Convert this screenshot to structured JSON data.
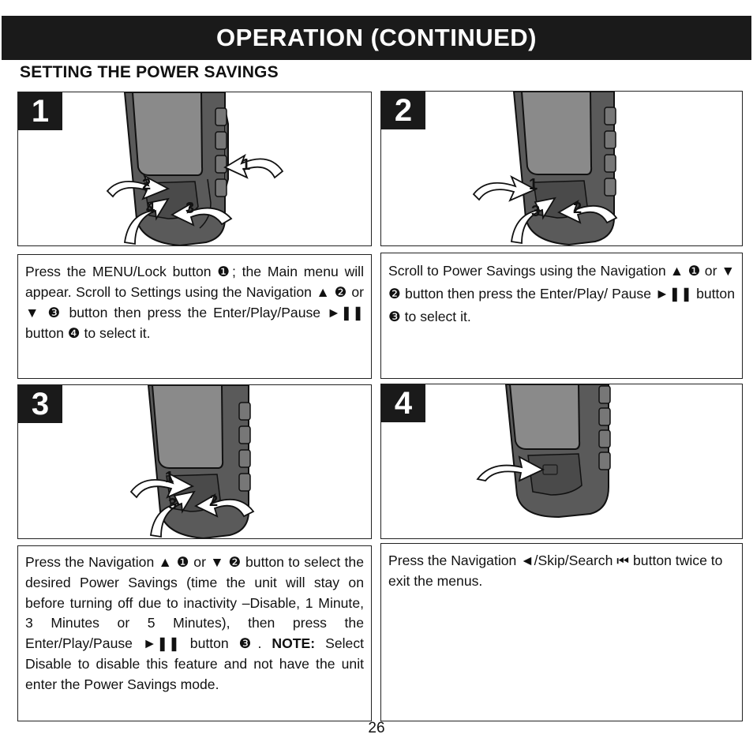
{
  "header": {
    "title": "OPERATION (CONTINUED)"
  },
  "section": {
    "title": "SETTING THE POWER SAVINGS"
  },
  "steps": [
    {
      "number": "1",
      "callouts": [
        "1",
        "2",
        "4",
        "3"
      ],
      "text": {
        "a": "Press the MENU/Lock button ❶; the Main menu will appear. Scroll to Settings using the Navigation ▲ ❷ or ▼ ❸ button  then press the Enter/Play/Pause ►❚❚ button ❹ to select it."
      }
    },
    {
      "number": "2",
      "callouts": [
        "1",
        "3",
        "2"
      ],
      "text": {
        "a": "Scroll to Power Savings using the Navigation ▲ ❶ or ▼ ❷ button then press the Enter/Play/ Pause ►❚❚ button ❸ to select it."
      }
    },
    {
      "number": "3",
      "callouts": [
        "1",
        "3",
        "2"
      ],
      "text": {
        "a": "Press the Navigation ▲ ❶ or ▼ ❷ button to select the desired Power Savings (time the unit will stay on before turning off due to inactivity –Disable, 1 Minute, 3 Minutes  or 5 Minutes), then press the Enter/Play/Pause ►❚❚ button ❸.",
        "note_label": "NOTE:",
        "note": " Select Disable to disable this feature and not have the unit enter the Power Savings mode."
      }
    },
    {
      "number": "4",
      "callouts": [],
      "text": {
        "a": "Press the Navigation ◄/Skip/Search ⏮ button twice to exit the menus."
      }
    }
  ],
  "page_number": "26",
  "icons": {
    "device": "mp3-player-device-illustration",
    "arrow": "curved-arrow-icon"
  },
  "colors": {
    "header_bg": "#1a1a1a",
    "device_body": "#5a5a5a",
    "device_screen": "#8a8a8a"
  }
}
